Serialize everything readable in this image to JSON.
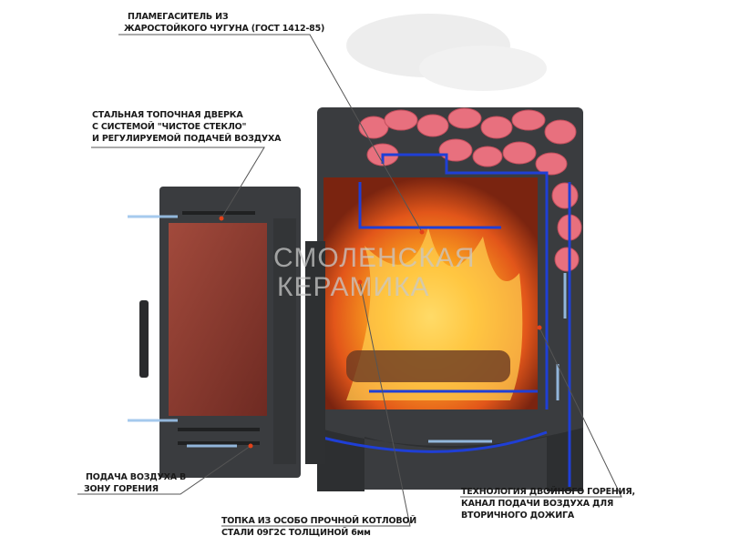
{
  "watermark": {
    "line1": "СМОЛЕНСКАЯ",
    "line2": "КЕРАМИКА"
  },
  "labels": {
    "flame_arrester": [
      "ПЛАМЕГАСИТЕЛЬ ИЗ",
      "ЖАРОСТОЙКОГО ЧУГУНА (ГОСТ 1412-85)"
    ],
    "door": [
      "СТАЛЬНАЯ ТОПОЧНАЯ ДВЕРКА",
      "С СИСТЕМОЙ \"ЧИСТОЕ СТЕКЛО\"",
      "И РЕГУЛИРУЕМОЙ ПОДАЧЕЙ ВОЗДУХА"
    ],
    "air_supply": [
      "ПОДАЧА ВОЗДУХА В",
      "ЗОНУ ГОРЕНИЯ"
    ],
    "firebox": [
      "ТОПКА ИЗ ОСОБО ПРОЧНОЙ КОТЛОВОЙ",
      "СТАЛИ 09Г2С ТОЛЩИНОЙ 6мм"
    ],
    "double_combustion": [
      "ТЕХНОЛОГИЯ ДВОЙНОГО ГОРЕНИЯ,",
      "КАНАЛ ПОДАЧИ ВОЗДУХА ДЛЯ",
      "ВТОРИЧНОГО ДОЖИГА"
    ]
  },
  "colors": {
    "steel": "#3a3c3f",
    "glass": "#8a3a30",
    "stones": "#e8707e",
    "channel": "#1f3fd6",
    "fire": "#f08a1a"
  }
}
